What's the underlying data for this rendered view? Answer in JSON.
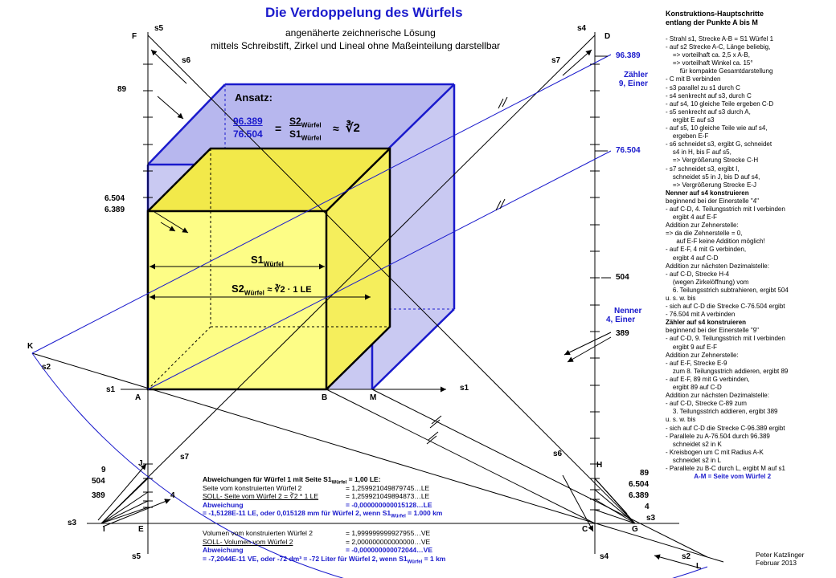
{
  "title": "Die Verdoppelung des Würfels",
  "subtitle_1": "angenäherte zeichnerische Lösung",
  "subtitle_2": "mittels Schreibstift, Zirkel und Lineal ohne Maßeinteilung darstellbar",
  "ansatz": {
    "heading": "Ansatz:",
    "numerator": "96.389",
    "denominator": "76.504",
    "equals": "=",
    "s2": "S2",
    "s1": "S1",
    "sub_wuerfel": "Würfel",
    "approx": "≈",
    "cbrt": "∛2"
  },
  "dims": {
    "s1_label": "S1",
    "s1_sub": "Würfel",
    "s2_label": "S2",
    "s2_sub": "Würfel",
    "s2_rest": "≈ ∛2 · 1 LE"
  },
  "axis_labels": {
    "s5_top": "s5",
    "s5_bottom": "s5",
    "s4_top": "s4",
    "s4_bottom": "s4",
    "s6_top": "s6",
    "s6_right": "s6",
    "s7_top": "s7",
    "s7_left": "s7",
    "s1_left": "s1",
    "s1_right": "s1",
    "s2_left": "s2",
    "s2_bottom": "s2",
    "s3_left": "s3",
    "s3_right": "s3"
  },
  "points": {
    "F": "F",
    "D": "D",
    "K": "K",
    "A": "A",
    "B": "B",
    "M": "M",
    "J": "J",
    "I": "I",
    "E": "E",
    "H": "H",
    "C": "C",
    "G": "G",
    "L": "L"
  },
  "values": {
    "v89_left": "89",
    "v6504_left": "6.504",
    "v6389_left": "6.389",
    "v96389": "96.389",
    "v76504": "76.504",
    "v504_right": "504",
    "v389_right": "389",
    "v9_bl": "9",
    "v504_bl": "504",
    "v389_bl": "389",
    "v4_bl": "4",
    "v89_br": "89",
    "v6504_br": "6.504",
    "v6389_br": "6.389",
    "v4_br": "4",
    "zaehler_1": "Zähler",
    "zaehler_2": "9, Einer",
    "nenner_1": "Nenner",
    "nenner_2": "4, Einer"
  },
  "steps": {
    "heading_1": "Konstruktions-Hauptschritte",
    "heading_2": "entlang der Punkte A bis M",
    "lines": [
      {
        "t": "- Strahl s1, Strecke A-B = S1 Würfel 1",
        "s": ""
      },
      {
        "t": "- auf s2 Strecke A-C, Länge beliebig,",
        "s": ""
      },
      {
        "t": "    => vorteilhaft ca. 2,5 x A-B,",
        "s": ""
      },
      {
        "t": "    => vorteilhaft Winkel ca. 15°",
        "s": ""
      },
      {
        "t": "        für kompakte Gesamtdarstellung",
        "s": ""
      },
      {
        "t": "- C mit B verbinden",
        "s": ""
      },
      {
        "t": "- s3 parallel zu s1 durch C",
        "s": ""
      },
      {
        "t": "- s4 senkrecht auf s3, durch C",
        "s": ""
      },
      {
        "t": "- auf s4, 10 gleiche Teile ergeben C-D",
        "s": ""
      },
      {
        "t": "- s5 senkrecht auf s3 durch A,",
        "s": ""
      },
      {
        "t": "    ergibt E auf s3",
        "s": ""
      },
      {
        "t": "- auf s5, 10 gleiche Teile wie auf s4,",
        "s": ""
      },
      {
        "t": "    ergeben E-F",
        "s": ""
      },
      {
        "t": "- s6 schneidet s3, ergibt G, schneidet",
        "s": ""
      },
      {
        "t": "    s4 in H, bis F auf s5,",
        "s": ""
      },
      {
        "t": "    => Vergrößerung Strecke C-H",
        "s": ""
      },
      {
        "t": "- s7 schneidet s3, ergibt I,",
        "s": ""
      },
      {
        "t": "    schneidet s5 in J, bis D auf s4,",
        "s": ""
      },
      {
        "t": "    => Vergrößerung Strecke E-J",
        "s": ""
      },
      {
        "t": "Nenner auf s4 konstruieren",
        "s": "bold"
      },
      {
        "t": "beginnend bei der Einerstelle \"4\"",
        "s": ""
      },
      {
        "t": "- auf C-D, 4. Teilungsstrich mit I verbinden",
        "s": ""
      },
      {
        "t": "    ergibt 4 auf E-F",
        "s": ""
      },
      {
        "t": "Addition zur Zehnerstelle:",
        "s": ""
      },
      {
        "t": "=> da die Zehnerstelle = 0,",
        "s": ""
      },
      {
        "t": "      auf E-F keine Addition möglich!",
        "s": ""
      },
      {
        "t": "- auf E-F, 4 mit G verbinden,",
        "s": ""
      },
      {
        "t": "    ergibt 4 auf C-D",
        "s": ""
      },
      {
        "t": "Addition zur nächsten Dezimalstelle:",
        "s": ""
      },
      {
        "t": "- auf C-D, Strecke H-4",
        "s": ""
      },
      {
        "t": "    (wegen Zirkelöffnung) vom",
        "s": ""
      },
      {
        "t": "    6. Teilungsstrich subtrahieren, ergibt 504",
        "s": ""
      },
      {
        "t": "u. s. w. bis",
        "s": ""
      },
      {
        "t": "- sich auf C-D die Strecke C-76.504 ergibt",
        "s": ""
      },
      {
        "t": "- 76.504 mit A verbinden",
        "s": ""
      },
      {
        "t": "Zähler auf s4 konstruieren",
        "s": "bold"
      },
      {
        "t": "beginnend bei der Einerstelle \"9\"",
        "s": ""
      },
      {
        "t": "- auf C-D, 9. Teilungsstrich mit I verbinden",
        "s": ""
      },
      {
        "t": "    ergibt 9 auf E-F",
        "s": ""
      },
      {
        "t": "Addition zur Zehnerstelle:",
        "s": ""
      },
      {
        "t": "- auf E-F, Strecke E-9",
        "s": ""
      },
      {
        "t": "    zum 8. Teilungsstrich addieren, ergibt 89",
        "s": ""
      },
      {
        "t": "- auf E-F, 89 mit G verbinden,",
        "s": ""
      },
      {
        "t": "    ergibt 89 auf C-D",
        "s": ""
      },
      {
        "t": "Addition zur nächsten Dezimalstelle:",
        "s": ""
      },
      {
        "t": "- auf C-D, Strecke C-89 zum",
        "s": ""
      },
      {
        "t": "    3. Teilungsstrich addieren, ergibt 389",
        "s": ""
      },
      {
        "t": "u. s. w. bis",
        "s": ""
      },
      {
        "t": "- sich auf C-D die Strecke C-96.389 ergibt",
        "s": ""
      },
      {
        "t": "- Parallele zu A-76.504 durch 96.389",
        "s": ""
      },
      {
        "t": "    schneidet s2 in K",
        "s": ""
      },
      {
        "t": "- Kreisbogen um C mit Radius A-K",
        "s": ""
      },
      {
        "t": "    schneidet s2 in L",
        "s": ""
      },
      {
        "t": "- Parallele zu B-C durch L, ergibt M auf s1",
        "s": ""
      },
      {
        "t": "                A-M = Seite vom Würfel 2",
        "s": "blue"
      }
    ]
  },
  "deviations": {
    "heading": "Abweichungen für Würfel 1 mit Seite S1",
    "heading_sub": "Würfel",
    "heading_rest": " = 1,00 LE:",
    "r1_label": "Seite vom konstruierten Würfel 2",
    "r1_value": "= 1,259921049879745…LE",
    "r2_label": "SOLL- Seite vom Würfel 2 = ∛2 * 1 LE",
    "r2_value": "= 1,259921049894873…LE",
    "r3_label": "Abweichung",
    "r3_value": "= -0,000000000015128…LE",
    "r4": "= -1,5128E-11 LE, oder 0,015128 mm für Würfel 2, wenn S1",
    "r4_sub": "Würfel",
    "r4_rest": " = 1.000 km",
    "r5_label": "Volumen vom konstruierten Würfel 2",
    "r5_value": "= 1,999999999927955…VE",
    "r6_label": "SOLL- Volumen vom Würfel 2",
    "r6_value": "= 2,000000000000000…VE",
    "r7_label": "Abweichung",
    "r7_value": "= -0,000000000072044…VE",
    "r8": "= -7,2044E-11 VE, oder -72 dm³ = -72 Liter für Würfel 2, wenn S1",
    "r8_sub": "Würfel",
    "r8_rest": " = 1 km"
  },
  "author": {
    "name": "Peter Katzlinger",
    "date": "Februar 2013"
  },
  "colors": {
    "blue": "#1a1acc",
    "cube_big_fill": "#c9c9f2",
    "cube_small_fill": "#fdfd86"
  }
}
